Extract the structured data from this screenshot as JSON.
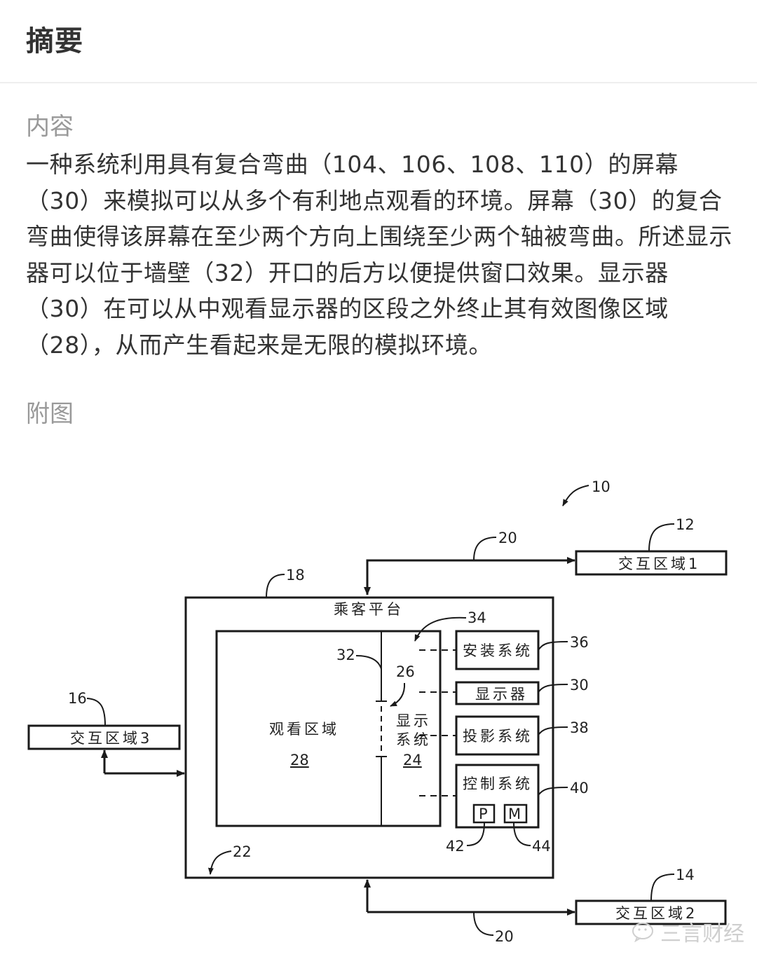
{
  "header": {
    "title": "摘要"
  },
  "content": {
    "label": "内容",
    "abstract": "一种系统利用具有复合弯曲（104、106、108、110）的屏幕（30）来模拟可以从多个有利地点观看的环境。屏幕（30）的复合弯曲使得该屏幕在至少两个方向上围绕至少两个轴被弯曲。所述显示器可以位于墙壁（32）开口的后方以便提供窗口效果。显示器（30）在可以从中观看显示器的区段之外终止其有效图像区域（28），从而产生看起来是无限的模拟环境。"
  },
  "figure": {
    "label": "附图",
    "ref_system": "10",
    "platform": {
      "label": "乘客平台",
      "ref": "18",
      "edge_ref": "22"
    },
    "viewing_area": {
      "label": "观看区域",
      "ref": "28"
    },
    "wall_ref": "32",
    "opening_ref": "26",
    "display_system": {
      "label_line1": "显示",
      "label_line2": "系统",
      "ref": "24"
    },
    "display_group_ref": "34",
    "components": [
      {
        "label": "安装系统",
        "ref": "36"
      },
      {
        "label": "显示器",
        "ref": "30"
      },
      {
        "label": "投影系统",
        "ref": "38"
      },
      {
        "label": "控制系统",
        "ref": "40"
      }
    ],
    "control_parts": [
      {
        "label": "P",
        "ref": "42"
      },
      {
        "label": "M",
        "ref": "44"
      }
    ],
    "zones": [
      {
        "label": "交互区域1",
        "ref": "12"
      },
      {
        "label": "交互区域2",
        "ref": "14"
      },
      {
        "label": "交互区域3",
        "ref": "16"
      }
    ],
    "path_ref_top": "20",
    "path_ref_bottom": "20"
  },
  "watermark": {
    "text": "三言财经",
    "icon": "wechat-icon"
  }
}
